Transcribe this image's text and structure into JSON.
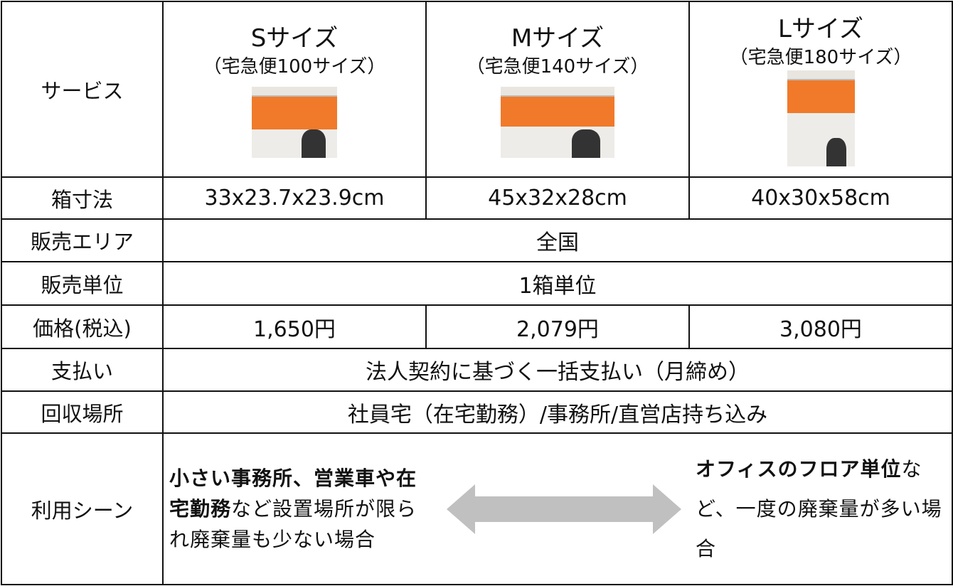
{
  "header": {
    "label": "サービス",
    "sizes": [
      {
        "title": "Sサイズ",
        "sub": "（宅急便100サイズ）",
        "image": "box-s"
      },
      {
        "title": "Mサイズ",
        "sub": "（宅急便140サイズ）",
        "image": "box-m"
      },
      {
        "title": "Lサイズ",
        "sub": "（宅急便180サイズ）",
        "image": "box-l"
      }
    ]
  },
  "dimensions": {
    "label": "箱寸法",
    "values": [
      "33x23.7x23.9cm",
      "45x32x28cm",
      "40x30x58cm"
    ]
  },
  "area": {
    "label": "販売エリア",
    "value": "全国"
  },
  "unit": {
    "label": "販売単位",
    "value": "1箱単位"
  },
  "price": {
    "label": "価格(税込)",
    "values": [
      "1,650円",
      "2,079円",
      "3,080円"
    ]
  },
  "payment": {
    "label": "支払い",
    "value": "法人契約に基づく一括支払い（月締め）"
  },
  "collection": {
    "label": "回収場所",
    "value": "社員宅（在宅勤務）/事務所/直営店持ち込み"
  },
  "usage": {
    "label": "利用シーン",
    "left_bold": "小さい事務所、営業車や在宅勤務",
    "left_rest": "など設置場所が限られ廃棄量も少ない場合",
    "right_bold": "オフィスのフロア単位",
    "right_rest": "など、一度の廃棄量が多い場合",
    "arrow_color": "#c0c0c0"
  },
  "colors": {
    "box_orange": "#f07a2a",
    "border": "#111111"
  }
}
